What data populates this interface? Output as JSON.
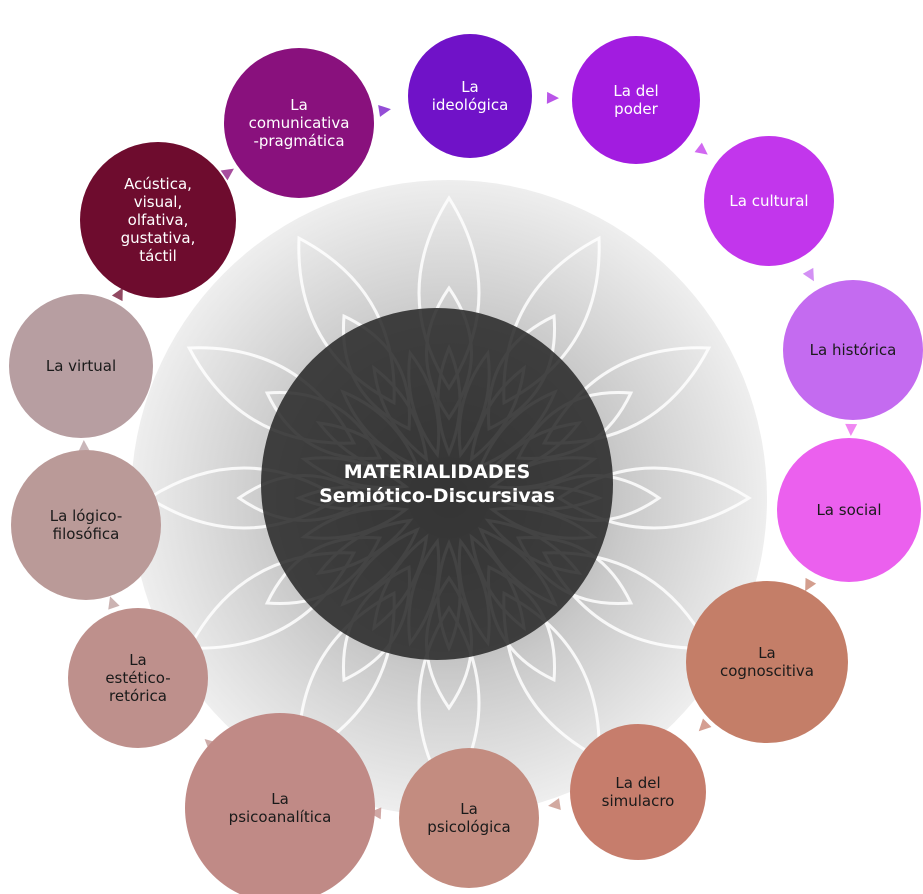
{
  "center": {
    "line1": "MATERIALIDADES",
    "line2": "Semiótico-Discursivas"
  },
  "nodes": [
    {
      "label": "La\nideológica",
      "color": "#7012c8"
    },
    {
      "label": "La del\npoder",
      "color": "#a21ce0"
    },
    {
      "label": "La cultural",
      "color": "#c236ec"
    },
    {
      "label": "La histórica",
      "color": "#c46bf0"
    },
    {
      "label": "La social",
      "color": "#eb60ee"
    },
    {
      "label": "La\ncognoscitiva",
      "color": "#c47e68"
    },
    {
      "label": "La del\nsimulacro",
      "color": "#c67d6c"
    },
    {
      "label": "La\npsicológica",
      "color": "#c38c80"
    },
    {
      "label": "La\npsicoanalítica",
      "color": "#c08a86"
    },
    {
      "label": "La\nestético-\nretórica",
      "color": "#be908c"
    },
    {
      "label": "La lógico-\nfilosófica",
      "color": "#ba9a98"
    },
    {
      "label": "La virtual",
      "color": "#b79ea1"
    },
    {
      "label": "Acústica,\nvisual,\nolfativa,\ngustativa,\ntáctil",
      "color": "#6e0c2e"
    },
    {
      "label": "La\ncomunicativa\n-pragmática",
      "color": "#89117d"
    }
  ]
}
